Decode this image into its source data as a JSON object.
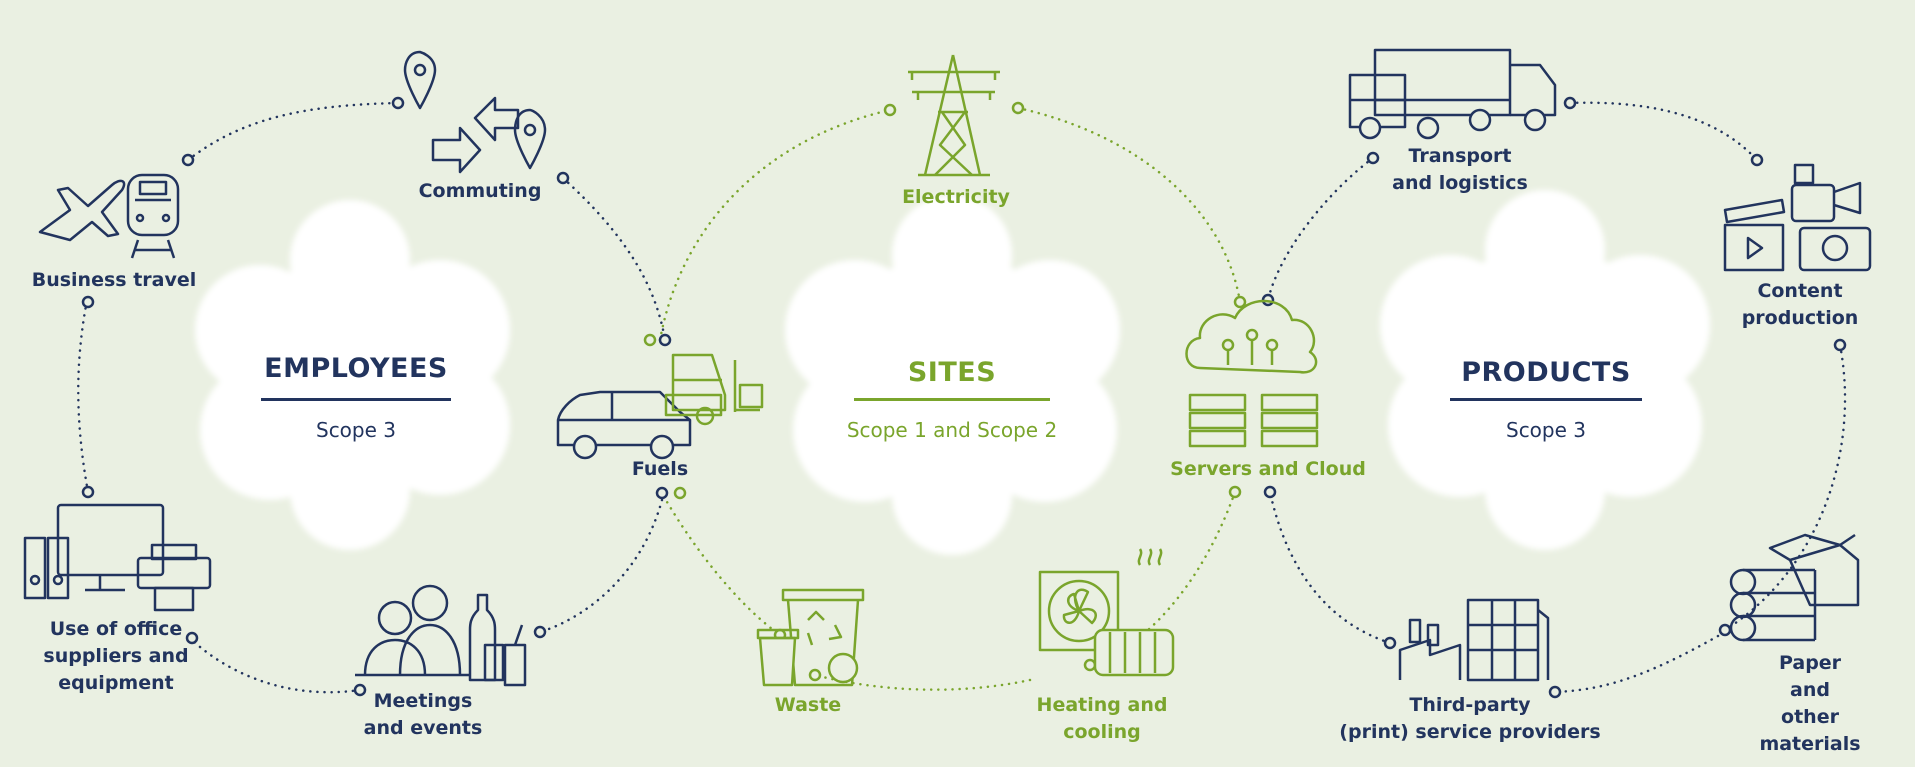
{
  "colors": {
    "navy": "#22345e",
    "green": "#7aa52c",
    "background": "#eaf0e2",
    "cloud": "#ffffff"
  },
  "clusters": [
    {
      "id": "employees",
      "title": "EMPLOYEES",
      "scope": "Scope 3",
      "color": "#22345e"
    },
    {
      "id": "sites",
      "title": "SITES",
      "scope": "Scope 1 and Scope 2",
      "color": "#7aa52c"
    },
    {
      "id": "products",
      "title": "PRODUCTS",
      "scope": "Scope 3",
      "color": "#22345e"
    }
  ],
  "items": {
    "commuting": {
      "label": "Commuting",
      "icon": "map-pins-arrows-icon"
    },
    "business_travel": {
      "label": "Business travel",
      "icon": "plane-train-icon"
    },
    "office": {
      "label": "Use of office\nsuppliers and\nequipment",
      "icon": "office-equipment-icon"
    },
    "meetings": {
      "label": "Meetings\nand events",
      "icon": "people-drinks-icon"
    },
    "fuels": {
      "label": "Fuels",
      "icon": "car-forklift-icon"
    },
    "electricity": {
      "label": "Electricity",
      "icon": "power-pylon-icon"
    },
    "waste": {
      "label": "Waste",
      "icon": "recycling-bin-icon"
    },
    "heating": {
      "label": "Heating and\ncooling",
      "icon": "fan-radiator-icon"
    },
    "servers": {
      "label": "Servers and Cloud",
      "icon": "cloud-servers-icon"
    },
    "transport": {
      "label": "Transport\nand logistics",
      "icon": "truck-icon"
    },
    "content": {
      "label": "Content\nproduction",
      "icon": "camera-clapper-icon"
    },
    "paper": {
      "label": "Paper and\nother materials",
      "icon": "paper-rolls-box-icon"
    },
    "third_party": {
      "label": "Third-party\n(print) service providers",
      "icon": "factory-icon"
    }
  }
}
